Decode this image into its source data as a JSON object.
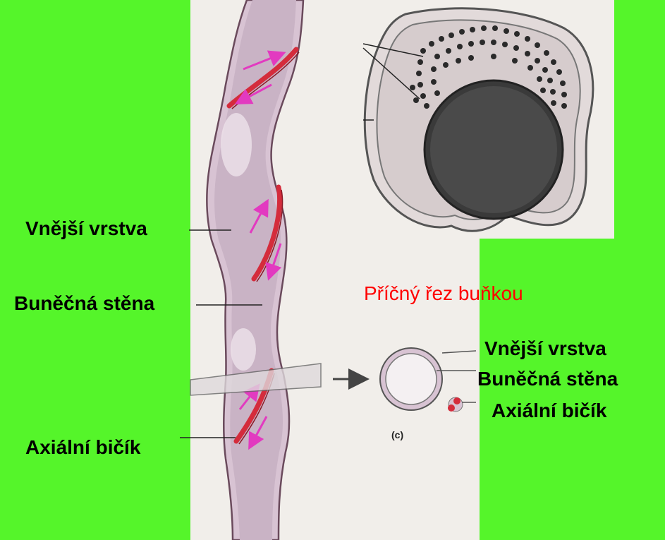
{
  "labels": {
    "outer_layer": "Vnější vrstva",
    "cell_wall": "Buněčná stěna",
    "axial_flagellum": "Axiální bičík"
  },
  "caption": {
    "prefix": "Příčný řez ",
    "suffix": "buňkou"
  },
  "cross_section_labels": {
    "outer_layer": "Vnější vrstva",
    "cell_wall": "Buněčná stěna",
    "axial_flagellum": "Axiální bičík"
  },
  "figure_letter": "(c)",
  "colors": {
    "background": "#55f52a",
    "cell_fill": "#c9b3c5",
    "flagellum": "#d42c3c",
    "arrow": "#e23ac0",
    "caption": "#ff0000"
  }
}
